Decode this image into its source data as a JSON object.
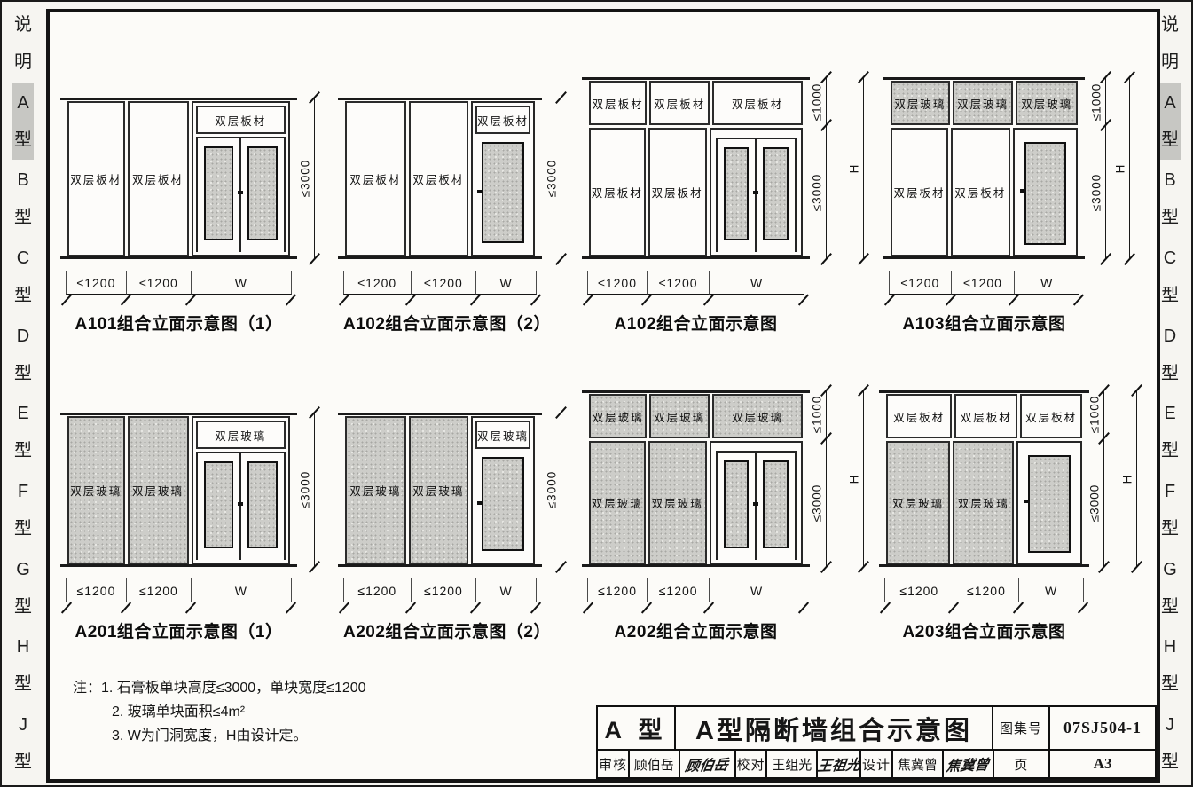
{
  "side_tabs": [
    {
      "label": "说明",
      "active": false
    },
    {
      "label": "A型",
      "active": true
    },
    {
      "label": "B型",
      "active": false
    },
    {
      "label": "C型",
      "active": false
    },
    {
      "label": "D型",
      "active": false
    },
    {
      "label": "E型",
      "active": false
    },
    {
      "label": "F型",
      "active": false
    },
    {
      "label": "G型",
      "active": false
    },
    {
      "label": "H型",
      "active": false
    },
    {
      "label": "J型",
      "active": false
    }
  ],
  "diagrams": [
    {
      "id": "A101",
      "caption": "A101组合立面示意图（1）",
      "door": "double",
      "panels": [
        "双层板材",
        "双层板材"
      ],
      "transom": "双层板材",
      "width_dims": [
        "≤1200",
        "≤1200",
        "W"
      ],
      "height_dims": [
        "≤3000"
      ]
    },
    {
      "id": "A102-2",
      "caption": "A102组合立面示意图（2）",
      "door": "single",
      "panels": [
        "双层板材",
        "双层板材"
      ],
      "transom": "双层板材",
      "width_dims": [
        "≤1200",
        "≤1200",
        "W"
      ],
      "height_dims": [
        "≤3000"
      ]
    },
    {
      "id": "A102",
      "caption": "A102组合立面示意图",
      "door": "double",
      "band": [
        "双层板材",
        "双层板材",
        "双层板材"
      ],
      "panels": [
        "双层板材",
        "双层板材"
      ],
      "width_dims": [
        "≤1200",
        "≤1200",
        "W"
      ],
      "height_dims": [
        "≤1000",
        "≤3000",
        "H"
      ]
    },
    {
      "id": "A103",
      "caption": "A103组合立面示意图",
      "door": "single",
      "band": [
        "双层玻璃",
        "双层玻璃",
        "双层玻璃"
      ],
      "panels": [
        "双层板材",
        "双层板材"
      ],
      "width_dims": [
        "≤1200",
        "≤1200",
        "W"
      ],
      "height_dims": [
        "≤1000",
        "≤3000",
        "H"
      ]
    },
    {
      "id": "A201",
      "caption": "A201组合立面示意图（1）",
      "door": "double",
      "panels": [
        "双层玻璃",
        "双层玻璃"
      ],
      "transom": "双层玻璃",
      "width_dims": [
        "≤1200",
        "≤1200",
        "W"
      ],
      "height_dims": [
        "≤3000"
      ]
    },
    {
      "id": "A202-2",
      "caption": "A202组合立面示意图（2）",
      "door": "single",
      "panels": [
        "双层玻璃",
        "双层玻璃"
      ],
      "transom": "双层玻璃",
      "width_dims": [
        "≤1200",
        "≤1200",
        "W"
      ],
      "height_dims": [
        "≤3000"
      ]
    },
    {
      "id": "A202",
      "caption": "A202组合立面示意图",
      "door": "double",
      "band": [
        "双层玻璃",
        "双层玻璃",
        "双层玻璃"
      ],
      "panels": [
        "双层玻璃",
        "双层玻璃"
      ],
      "width_dims": [
        "≤1200",
        "≤1200",
        "W"
      ],
      "height_dims": [
        "≤1000",
        "≤3000",
        "H"
      ]
    },
    {
      "id": "A203",
      "caption": "A203组合立面示意图",
      "door": "single",
      "band": [
        "双层板材",
        "双层板材",
        "双层板材"
      ],
      "panels": [
        "双层玻璃",
        "双层玻璃"
      ],
      "width_dims": [
        "≤1200",
        "≤1200",
        "W"
      ],
      "height_dims": [
        "≤1000",
        "≤3000",
        "H"
      ]
    }
  ],
  "notes": {
    "line1": "注：1. 石膏板单块高度≤3000，单块宽度≤1200",
    "line2": "2. 玻璃单块面积≤4m²",
    "line3": "3. W为门洞宽度，H由设计定。"
  },
  "titleblock": {
    "series": "A 型",
    "title": "A型隔断墙组合示意图",
    "atlas_label": "图集号",
    "atlas_no": "07SJ504-1",
    "review_label": "审核",
    "reviewer": "顾伯岳",
    "review_sig": "顾伯岳",
    "check_label": "校对",
    "checker": "王组光",
    "check_sig": "王祖光",
    "design_label": "设计",
    "designer": "焦冀曾",
    "design_sig": "焦冀曾",
    "page_label": "页",
    "page_no": "A3"
  }
}
